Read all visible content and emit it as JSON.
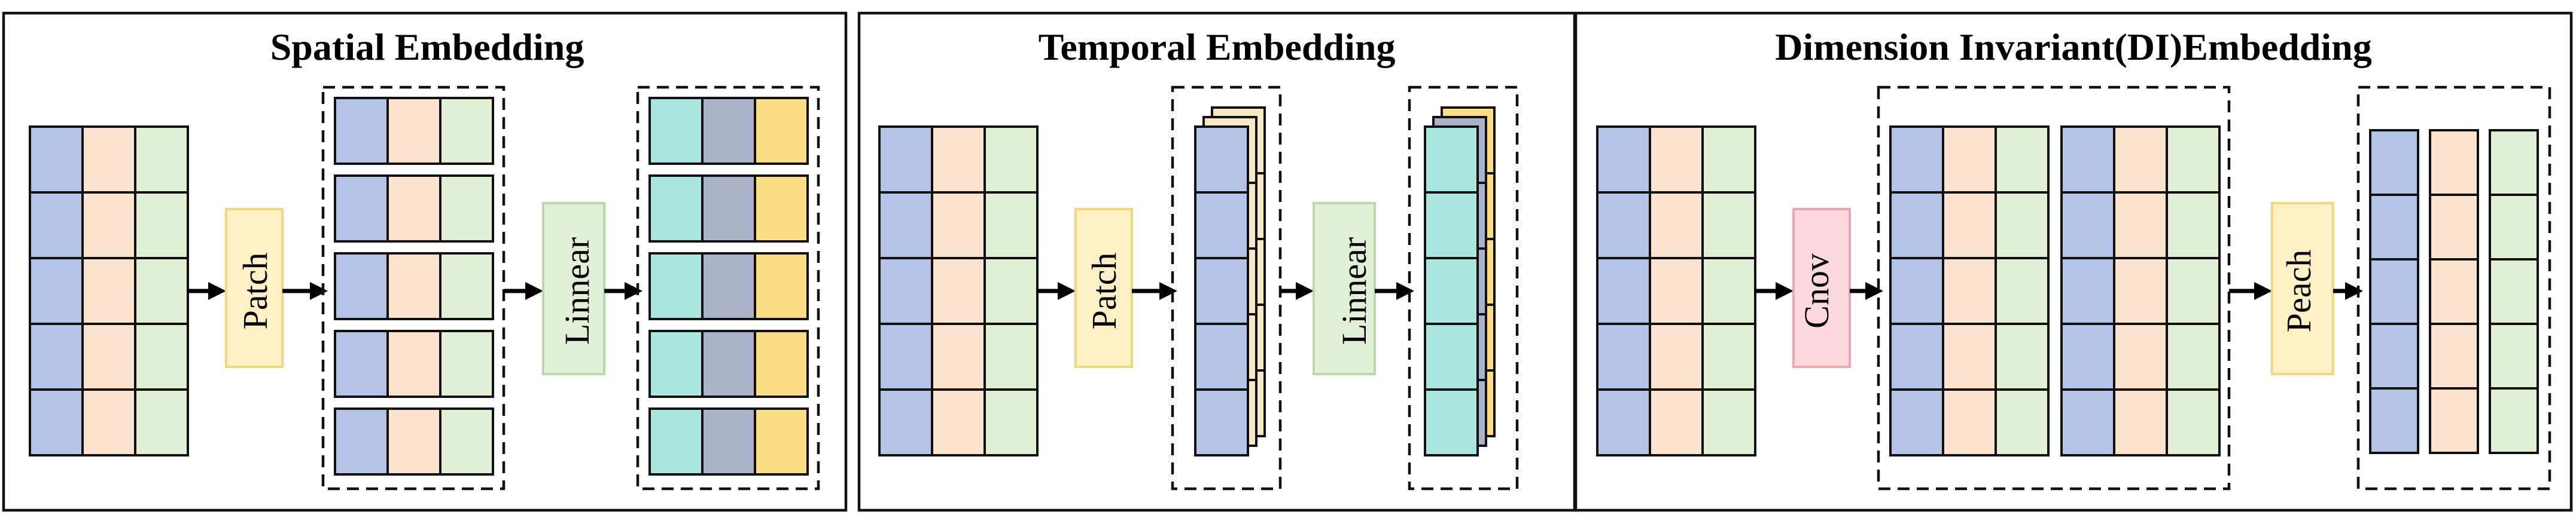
{
  "panels": [
    {
      "title": "Spatial Embedding",
      "ops": [
        "Patch",
        "Linnear"
      ]
    },
    {
      "title": "Temporal Embedding",
      "ops": [
        "Patch",
        "Linnear"
      ]
    },
    {
      "title": "Dimension Invariant(DI)Embedding",
      "ops": [
        "Cnov",
        "Peach"
      ]
    }
  ],
  "colors": {
    "blue": "#b4c3e6",
    "peach": "#fbe3cf",
    "green": "#e1efd6",
    "teal": "#a9e6de",
    "slate": "#aab3c8",
    "gold": "#fbdd86",
    "cream": "#f6e9c8",
    "patch_fill": "#fff0c6",
    "patch_stroke": "#f4d77a",
    "linear_fill": "#e2f0d8",
    "linear_stroke": "#b8dba4",
    "conv_fill": "#fbd9de",
    "conv_stroke": "#efa7b1"
  }
}
